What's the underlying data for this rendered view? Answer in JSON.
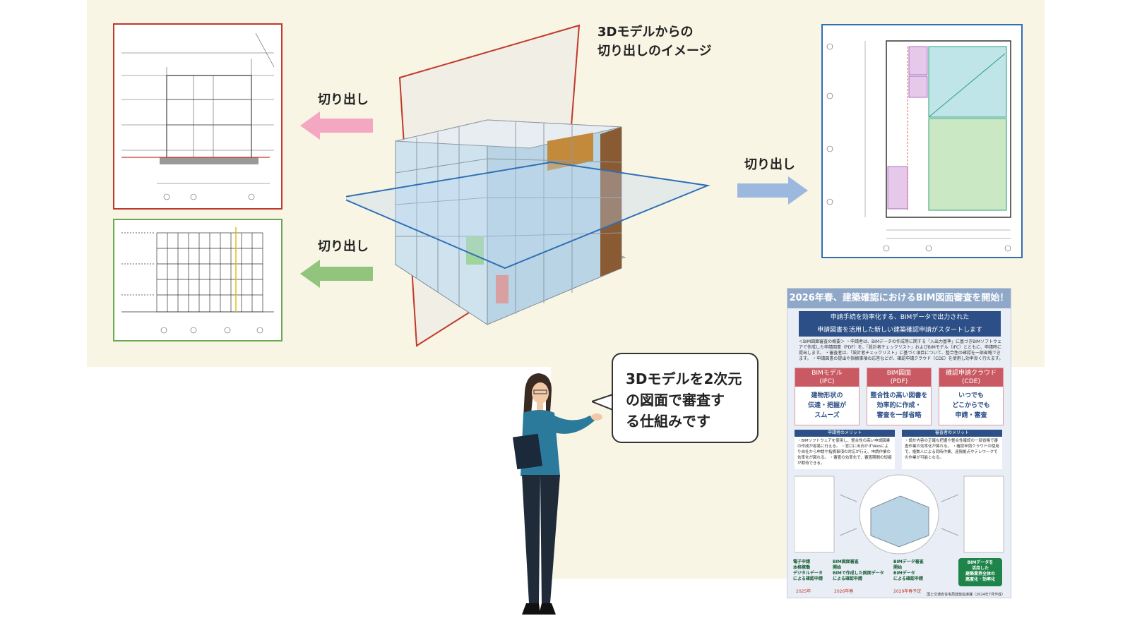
{
  "caption": {
    "line1": "3Dモデルからの",
    "line2": "切り出しのイメージ"
  },
  "labels": {
    "cut_left_top": "切り出し",
    "cut_left_bottom": "切り出し",
    "cut_right": "切り出し"
  },
  "bubble": {
    "line1": "3Dモデルを2次元",
    "line2": "の図面で審査す",
    "line3": "る仕組みです"
  },
  "colors": {
    "section_red": "#c0392b",
    "plan_blue": "#2f6fb6",
    "elevation_green": "#6aa84f",
    "arrow_pink": "#f4a7c1",
    "arrow_green": "#93c47d",
    "arrow_blue": "#9db8de"
  },
  "poster": {
    "title": "2026年春、建築確認におけるBIM図面審査を開始！",
    "subtitle_line1": "申請手続を効率化する、BIMデータで出力された",
    "subtitle_line2": "申請図書を活用した新しい建築確認申請がスタートします",
    "intro": "＜BIM図面審査の概要＞ ・申請者は、BIMデータの作成等に関する「入出力基準」に基づきBIMソフトウェアで作成した申請図書（PDF）を、「設計者チェックリスト」およびBIMモデル（IFC）とともに、申請時に提出します。 ・審査者は、「設計者チェックリスト」に基づく項目について、整合性の確認を一部省略できます。 ・申請図書の提出や指摘事項の応答などが、確認申請クラウド（CDE）を使用し効率良く行えます。",
    "boxes": [
      {
        "head": "BIMモデル",
        "sub": "(IFC)",
        "l1": "建物形状の",
        "l2": "伝達・把握が",
        "l3": "スムーズ"
      },
      {
        "head": "BIM図面",
        "sub": "(PDF)",
        "l1": "整合性の高い図書を",
        "l2": "効率的に作成・",
        "l3": "審査を一部省略"
      },
      {
        "head": "確認申請クラウド",
        "sub": "(CDE)",
        "l1": "いつでも",
        "l2": "どこからでも",
        "l3": "申請・審査"
      }
    ],
    "merit_applicant": {
      "head": "申請者のメリット",
      "body": "・BIMソフトウェアを使用し、整合性の高い申請図書の作成が容易に行える。 ・窓口に出向かずWebにより自社から申請や指摘事項の対応が行え、申請作業の効率化が図れる。 ・審査の効率化で、審査期間の短縮が期待できる。"
    },
    "merit_reviewer": {
      "head": "審査者のメリット",
      "body": "・設計内容の正確な把握や整合性確認の一部省略で審査作業の効率化が図れる。 ・確認申請クラウドの使用で、複数人による同時作業、遠隔拠点やテレワークでの作業が可能となる。"
    },
    "timeline": [
      {
        "t1": "電子申請",
        "t2": "本格稼働",
        "t3": "デジタルデータ",
        "t4": "による確認申請",
        "year": "2025年"
      },
      {
        "t1": "BIM図面審査",
        "t2": "開始",
        "t3": "BIMで作成した図面データ",
        "t4": "による確認申請",
        "year": "2026年春"
      },
      {
        "t1": "BIMデータ審査",
        "t2": "開始",
        "t3": "BIMデータ",
        "t4": "による確認申請",
        "year": "2029年春予定"
      }
    ],
    "goal": {
      "l1": "BIMデータを",
      "l2": "活用した",
      "l3": "建築業界全体の",
      "l4": "高度化・効率化"
    },
    "footer": "国土交通省住宅局建築指導課（2024年7月作成）"
  }
}
